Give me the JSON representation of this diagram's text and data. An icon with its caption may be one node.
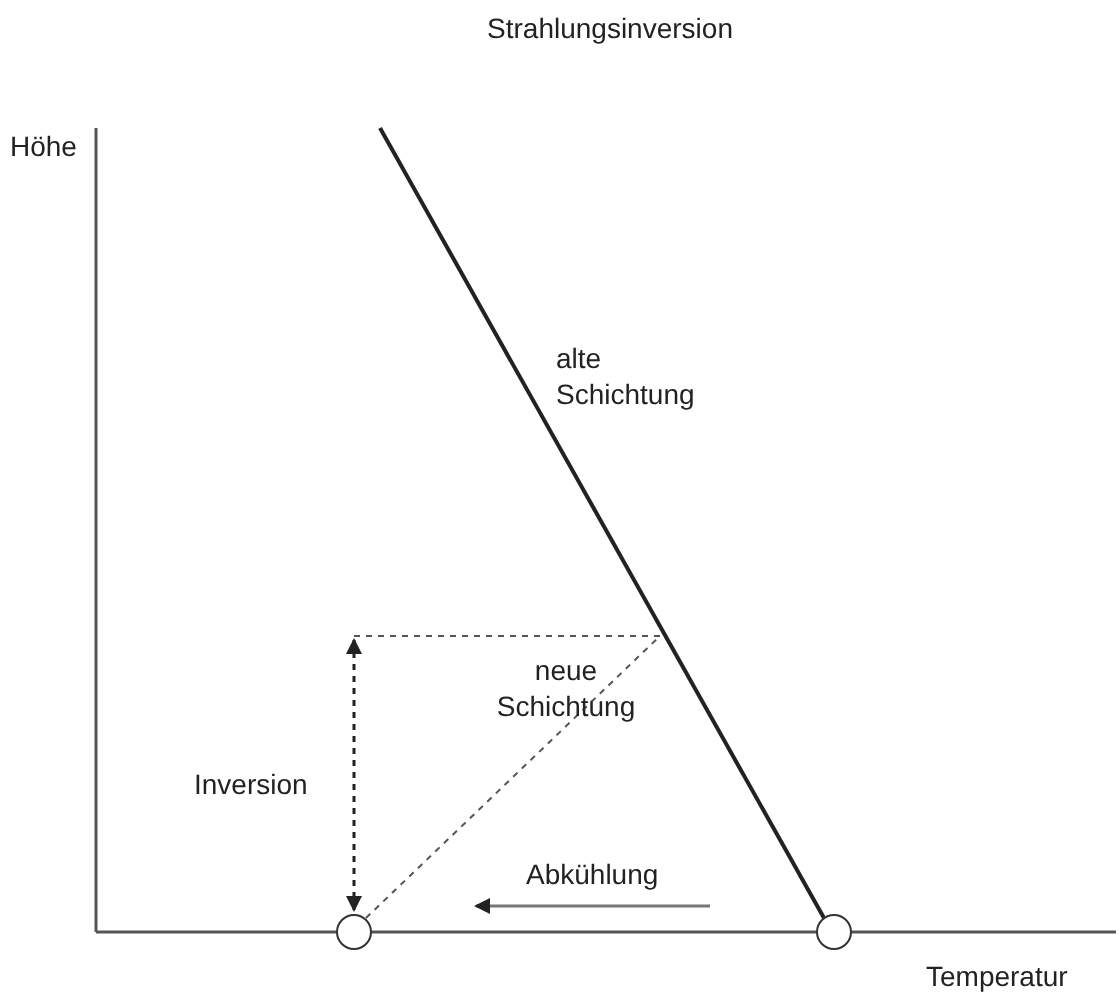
{
  "diagram": {
    "title": "Strahlungsinversion",
    "nodes": [
      {
        "text": [],
        "shape": "circle"
      },
      {
        "text": [],
        "shape": "circle"
      }
    ],
    "labels": [
      "Höhe",
      "alte Schichtung",
      "neue Schichtung",
      "Inversion",
      "Abkühlung",
      "Temperatur"
    ]
  }
}
